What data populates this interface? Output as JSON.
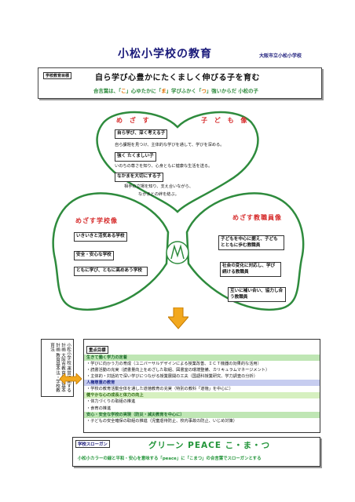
{
  "title": "小松小学校の教育",
  "school": "大阪市立小松小学校",
  "goal": {
    "tag": "学校教育目標",
    "main": "自ら学び心豊かにたくましく伸びる子を育む",
    "sub_parts": [
      "合言葉は、「",
      "こ",
      "」心ゆたかに「",
      "ま",
      "」学びふかく「",
      "つ",
      "」強いからだ 小松の子"
    ]
  },
  "heart": {
    "left_heading": "め ざ す",
    "right_heading": "子 ど も 像",
    "items": [
      {
        "label": "自ら学び、深く考える子",
        "desc": "自ら課題を見つけ、主体的な学びを通して、学びを深める。"
      },
      {
        "label": "強く たくましい子",
        "desc": "いのちの尊さを知り、心身ともに健康な生活を送る。"
      },
      {
        "label": "なかまを大切にする子",
        "desc": "相手の立場を知り、支え合いながら、"
      }
    ],
    "desc_tail": "なかまとの絆を結ぶ。"
  },
  "school_image": {
    "heading": "めざす学校像",
    "items": [
      "いきいきと活気ある学校",
      "安全・安心な学校",
      "ともに学び、ともに高めあう学校"
    ]
  },
  "staff_image": {
    "heading": "めざす教職員像",
    "items": [
      "子どもを中心に据え、子どもとともに歩む教職員",
      "社会の変化に対応し、学び続ける教職員",
      "互いに補い合い、協力し合う教職員"
    ]
  },
  "left_panel": "小松小学校 運営に関する計画 大阪市教育振興基本計画 教育基本法・学校教育法",
  "focus": {
    "header": "重点目標",
    "rows": [
      {
        "kind": "band",
        "text": "生きて働く学力の定着"
      },
      {
        "kind": "plain",
        "text": "・学びに向かう力の育成（ユニバーサルデザインによる授業改善、ＩＣＴ機器の効果的な活用）"
      },
      {
        "kind": "plain",
        "text": "・読書活動の充実（読書量向上をめざした取組、図書室の環境整備、カリキュラムマネージメント）"
      },
      {
        "kind": "plain",
        "text": "・主体的・対話的で深い学びにつながる授業展開の工夫（国語科授業研究、学力調査の分析）"
      },
      {
        "kind": "bandp",
        "text": "人権尊重の教育"
      },
      {
        "kind": "plain",
        "text": "・学校の教育活動全体を通した道徳教育の充実（特別の教科「道徳」を中心に）"
      },
      {
        "kind": "bandg",
        "text": "健やかな心の成長と体力の向上"
      },
      {
        "kind": "plain",
        "text": "・体力づくりの取組の推進"
      },
      {
        "kind": "plain",
        "text": "・食育の推進"
      },
      {
        "kind": "band",
        "text": "安心・安全な学校の実現（防災・減災教育を中心に）"
      },
      {
        "kind": "plain",
        "text": "・子どもの安全確保の取組の推進（児童虐待防止、校内事故の防止、いじめ対策）"
      }
    ]
  },
  "slogan": {
    "tag": "学校スローガン",
    "title": "グリーン PEACE こ・ま・つ",
    "sub": "小松小カラーの緑と平和・安心を意味する「peace」に「こまつ」の合言葉でスローガンとする"
  },
  "colors": {
    "clover_stroke": "#2e8b3d",
    "arrow_fill": "#f2a81e",
    "arrow_stroke": "#c47a00",
    "band_green": "#bfe6b4",
    "band_purple": "#c7cdf0"
  }
}
